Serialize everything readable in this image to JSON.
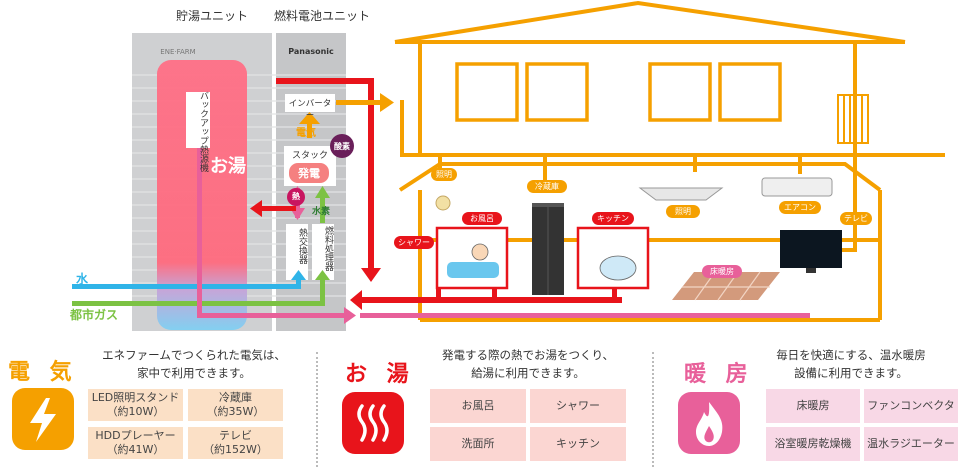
{
  "units": {
    "storage_title": "貯湯ユニット",
    "fuelcell_title": "燃料電池ユニット",
    "storage_brand": "ENE·FARM",
    "fuelcell_brand": "Panasonic"
  },
  "labels": {
    "backup_heater": "バックアップ熱源機",
    "hot_water": "お湯",
    "inverter": "インバーター",
    "electricity": "電気",
    "stack": "スタック",
    "power_gen": "発電",
    "oxygen": "酸素",
    "heat": "熱",
    "hydrogen": "水素",
    "heat_exchanger": "熱交換器",
    "fuel_processor": "燃料処理器",
    "water": "水",
    "city_gas": "都市ガス"
  },
  "house": {
    "lighting_1": "照明",
    "refrigerator": "冷蔵庫",
    "lighting_2": "照明",
    "aircon": "エアコン",
    "tv": "テレビ",
    "bath": "お風呂",
    "kitchen": "キッチン",
    "shower": "シャワー",
    "floor_heating": "床暖房"
  },
  "features": [
    {
      "title": "電 気",
      "icon": "lightning-icon",
      "desc_line1": "エネファームでつくられた電気は、",
      "desc_line2": "家中で利用できます。",
      "items": [
        "LED照明スタンド（約10W）",
        "冷蔵庫（約35W）",
        "HDDプレーヤー（約41W）",
        "テレビ（約152W）"
      ],
      "color": "#f5a000"
    },
    {
      "title": "お 湯",
      "icon": "steam-icon",
      "desc_line1": "発電する際の熱でお湯をつくり、",
      "desc_line2": "給湯に利用できます。",
      "items": [
        "お風呂",
        "シャワー",
        "洗面所",
        "キッチン"
      ],
      "color": "#e8141b"
    },
    {
      "title": "暖 房",
      "icon": "flame-icon",
      "desc_line1": "毎日を快適にする、温水暖房",
      "desc_line2": "設備に利用できます。",
      "items": [
        "床暖房",
        "ファンコンベクタ",
        "浴室暖房乾燥機",
        "温水ラジエーター"
      ],
      "color": "#e8609a"
    }
  ],
  "colors": {
    "electric": "#f5a000",
    "hot": "#e8141b",
    "heating": "#e8609a",
    "water": "#2fb4e8",
    "gas": "#7cc243"
  }
}
